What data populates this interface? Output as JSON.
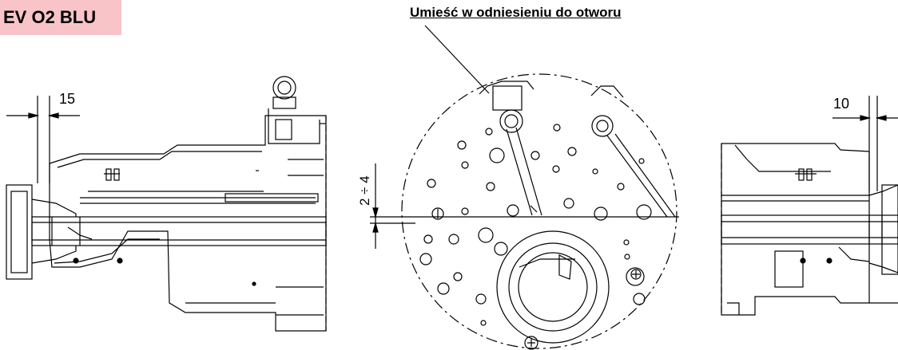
{
  "model_tag": {
    "text": "EV O2 BLU",
    "background": "#f9c4c8"
  },
  "instruction": "Umieść w odniesieniu do otworu",
  "dimensions": {
    "left_offset": "15",
    "right_offset": "10",
    "gap_range": "2 ÷ 4"
  },
  "colors": {
    "line": "#000000",
    "background": "#ffffff"
  }
}
